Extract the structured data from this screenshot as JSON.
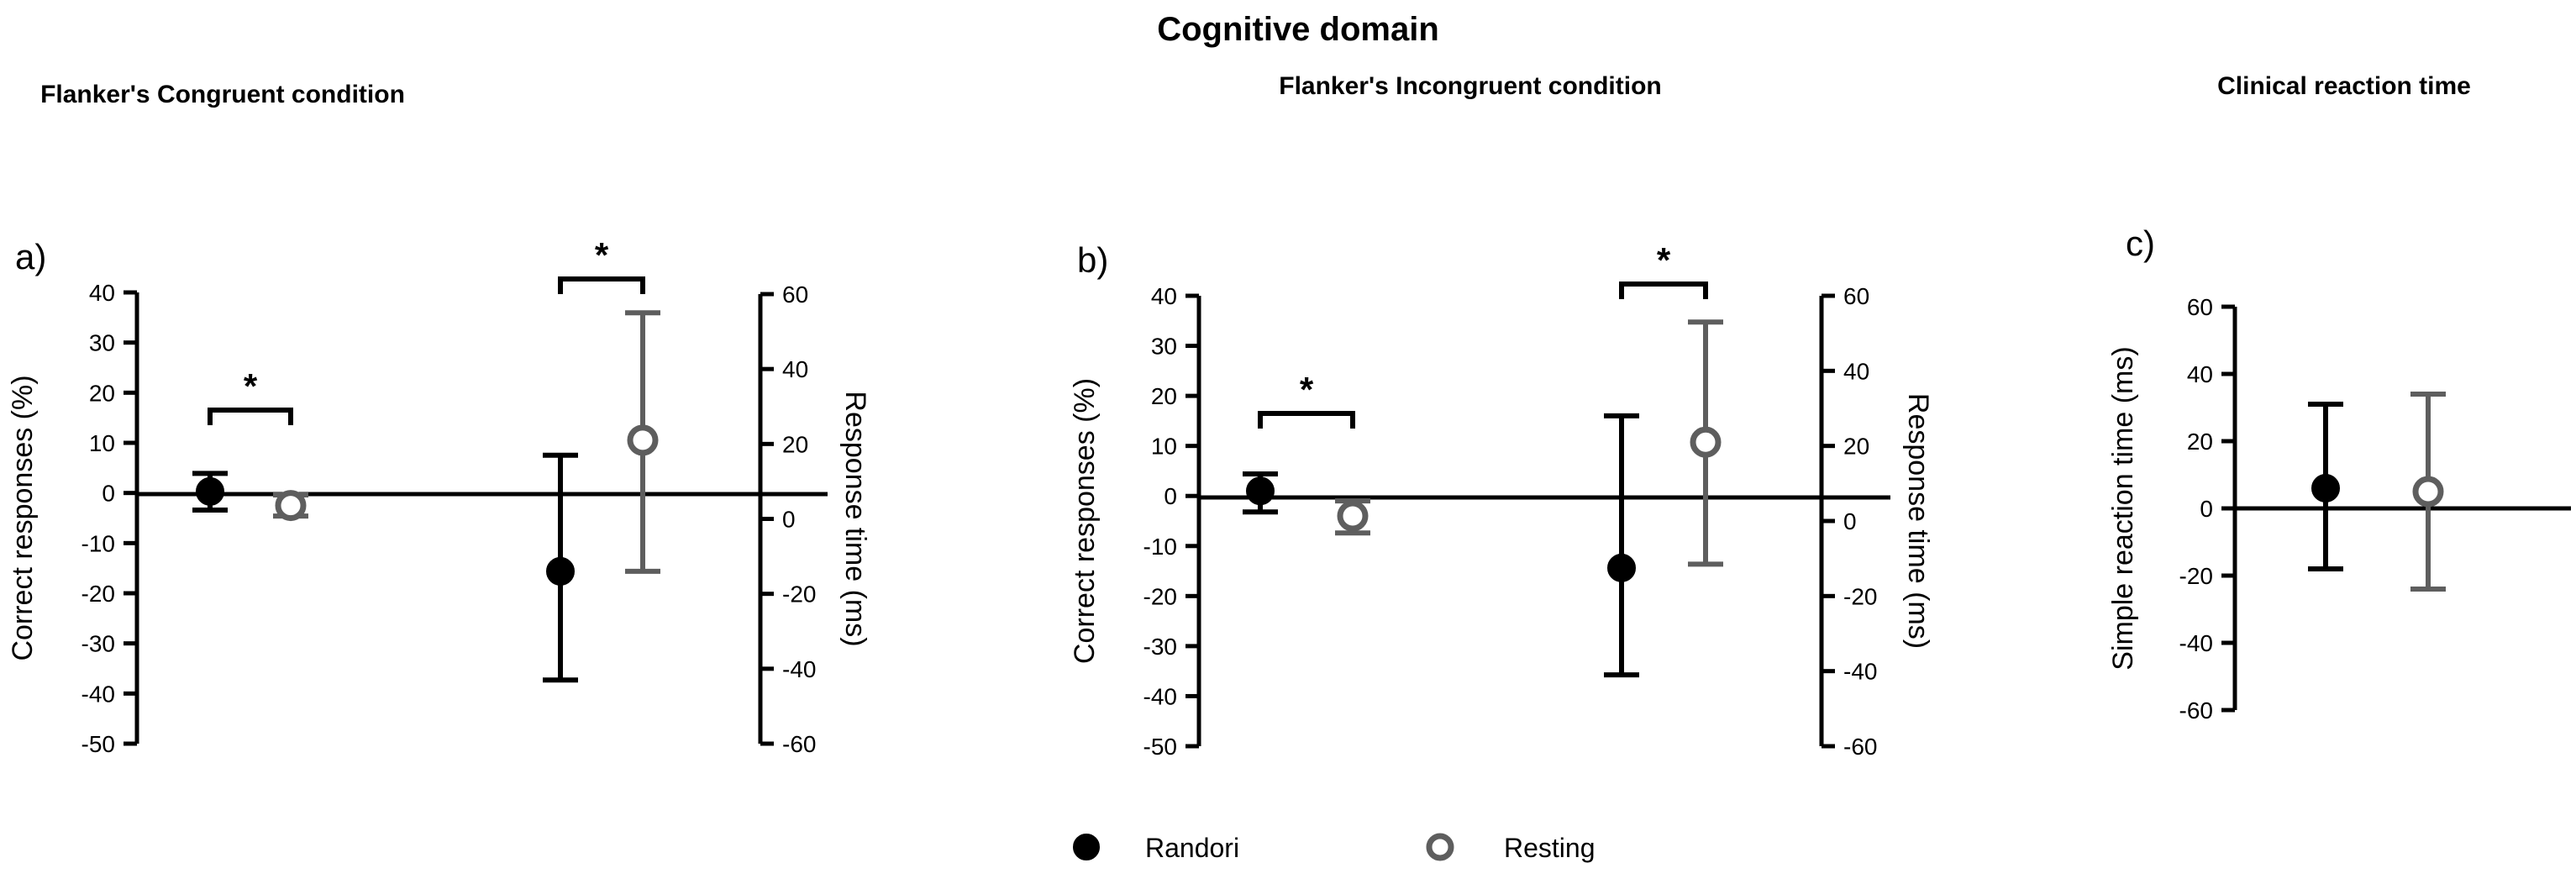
{
  "figure": {
    "title": "Cognitive domain",
    "legend": [
      {
        "label": "Randori",
        "marker": "filled-circle",
        "color": "#000000"
      },
      {
        "label": "Resting",
        "marker": "open-circle",
        "color": "#5e5e5e"
      }
    ],
    "colors": {
      "randori": "#000000",
      "resting": "#5e5e5e",
      "axis": "#000000",
      "background": "#ffffff"
    }
  },
  "chart_data": [
    {
      "type": "scatter",
      "panel_letter": "a)",
      "title": "Flanker's Congruent condition",
      "left_axis": {
        "label": "Correct responses (%)",
        "ticks": [
          40,
          30,
          20,
          10,
          0,
          -10,
          -20,
          -30,
          -40,
          -50
        ],
        "tick_labels": [
          "40",
          "30",
          "20",
          "10",
          "0",
          "-10",
          "-20",
          "-30",
          "-40",
          "-50"
        ],
        "range": [
          -50,
          40
        ]
      },
      "right_axis": {
        "label": "Response time (ms)",
        "ticks": [
          60,
          40,
          20,
          0,
          -20,
          -40,
          -60
        ],
        "tick_labels": [
          "60",
          "40",
          "20",
          "0",
          "-20",
          "-40",
          "-60"
        ],
        "range": [
          -60,
          60
        ]
      },
      "groups": [
        {
          "name": "Correct responses",
          "axis": "left",
          "points": [
            {
              "series": "Randori",
              "value": 0.3,
              "err_low": -3.4,
              "err_high": 3.9,
              "marker": "filled-circle"
            },
            {
              "series": "Resting",
              "value": -2.5,
              "err_low": -4.6,
              "err_high": -0.4,
              "marker": "open-circle"
            }
          ],
          "significance": {
            "marker": "*",
            "present": true
          }
        },
        {
          "name": "Response time",
          "axis": "right",
          "points": [
            {
              "series": "Randori",
              "value": -14,
              "err_low": -43,
              "err_high": 17,
              "marker": "filled-circle"
            },
            {
              "series": "Resting",
              "value": 21,
              "err_low": -14,
              "err_high": 55,
              "marker": "open-circle"
            }
          ],
          "significance": {
            "marker": "*",
            "present": true
          }
        }
      ],
      "grid": false,
      "legend_position": "bottom-center"
    },
    {
      "type": "scatter",
      "panel_letter": "b)",
      "title": "Flanker's Incongruent condition",
      "left_axis": {
        "label": "Correct responses (%)",
        "ticks": [
          40,
          30,
          20,
          10,
          0,
          -10,
          -20,
          -30,
          -40,
          -50
        ],
        "tick_labels": [
          "40",
          "30",
          "20",
          "10",
          "0",
          "-10",
          "-20",
          "-30",
          "-40",
          "-50"
        ],
        "range": [
          -50,
          40
        ]
      },
      "right_axis": {
        "label": "Response time (ms)",
        "ticks": [
          60,
          40,
          20,
          0,
          -20,
          -40,
          -60
        ],
        "tick_labels": [
          "60",
          "40",
          "20",
          "0",
          "-20",
          "-40",
          "-60"
        ],
        "range": [
          -60,
          60
        ]
      },
      "groups": [
        {
          "name": "Correct responses",
          "axis": "left",
          "points": [
            {
              "series": "Randori",
              "value": 1.0,
              "err_low": -3.2,
              "err_high": 4.4,
              "marker": "filled-circle"
            },
            {
              "series": "Resting",
              "value": -4.0,
              "err_low": -7.4,
              "err_high": -1.0,
              "marker": "open-circle"
            }
          ],
          "significance": {
            "marker": "*",
            "present": true
          }
        },
        {
          "name": "Response time",
          "axis": "right",
          "points": [
            {
              "series": "Randori",
              "value": -12.5,
              "err_low": -41,
              "err_high": 28,
              "marker": "filled-circle"
            },
            {
              "series": "Resting",
              "value": 21,
              "err_low": -11.5,
              "err_high": 53,
              "marker": "open-circle"
            }
          ],
          "significance": {
            "marker": "*",
            "present": true
          }
        }
      ],
      "grid": false,
      "legend_position": "bottom-center"
    },
    {
      "type": "scatter",
      "panel_letter": "c)",
      "title": "Clinical reaction time",
      "left_axis": {
        "label": "Simple reaction time (ms)",
        "ticks": [
          60,
          40,
          20,
          0,
          -20,
          -40,
          -60
        ],
        "tick_labels": [
          "60",
          "40",
          "20",
          "0",
          "-20",
          "-40",
          "-60"
        ],
        "range": [
          -60,
          60
        ]
      },
      "right_axis": null,
      "groups": [
        {
          "name": "Simple reaction time",
          "axis": "left",
          "points": [
            {
              "series": "Randori",
              "value": 6.0,
              "err_low": -18,
              "err_high": 31,
              "marker": "filled-circle"
            },
            {
              "series": "Resting",
              "value": 5.0,
              "err_low": -24,
              "err_high": 34,
              "marker": "open-circle"
            }
          ],
          "significance": {
            "marker": "",
            "present": false
          }
        }
      ],
      "grid": false,
      "legend_position": "bottom-center"
    }
  ]
}
